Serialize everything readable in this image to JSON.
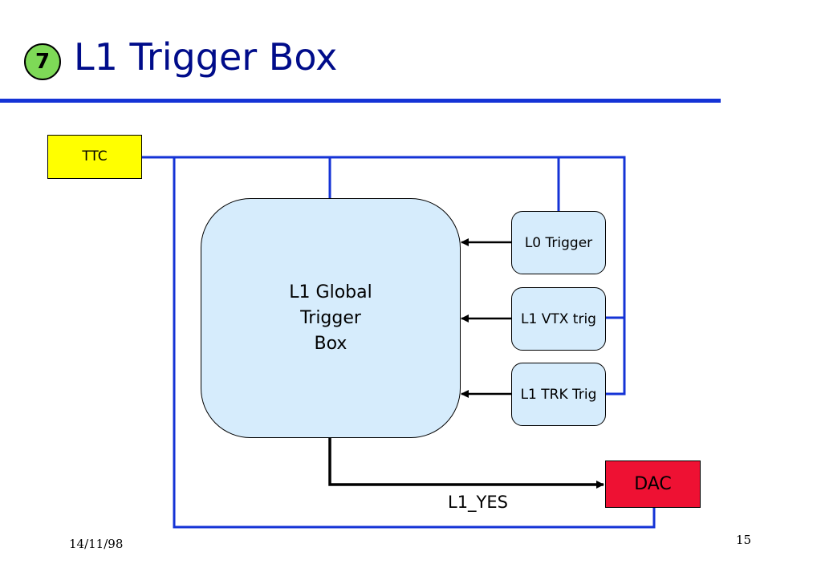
{
  "slide": {
    "badge": "7",
    "title": "L1 Trigger Box",
    "footer_date": "14/11/98",
    "page_number": "15"
  },
  "diagram": {
    "nodes": {
      "ttc": "TTC",
      "global": "L1 Global\nTrigger\nBox",
      "l0_trigger": "L0 Trigger",
      "l1_vtx": "L1 VTX trig",
      "l1_trk": "L1 TRK Trig",
      "dac": "DAC"
    },
    "edge_labels": {
      "l1_yes": "L1_YES"
    },
    "edges": [
      {
        "from": "l0_trigger",
        "to": "global",
        "kind": "arrow"
      },
      {
        "from": "l1_vtx",
        "to": "global",
        "kind": "arrow"
      },
      {
        "from": "l1_trk",
        "to": "global",
        "kind": "arrow"
      },
      {
        "from": "global",
        "to": "dac",
        "kind": "arrow",
        "label": "L1_YES"
      },
      {
        "from": "ttc",
        "to": "global",
        "kind": "bus"
      },
      {
        "from": "ttc",
        "to": "l0_trigger",
        "kind": "bus"
      },
      {
        "from": "ttc",
        "to": "l1_vtx",
        "kind": "bus"
      },
      {
        "from": "ttc",
        "to": "l1_trk",
        "kind": "bus"
      },
      {
        "from": "ttc",
        "to": "dac",
        "kind": "bus"
      }
    ]
  },
  "colors": {
    "title": "#000c8a",
    "rule": "#1433d6",
    "bus": "#1433d6",
    "signal": "#000000",
    "ttc_fill": "#ffff00",
    "box_fill": "#d6ecfc",
    "dac_fill": "#ee1133",
    "badge_fill": "#7ed957"
  }
}
